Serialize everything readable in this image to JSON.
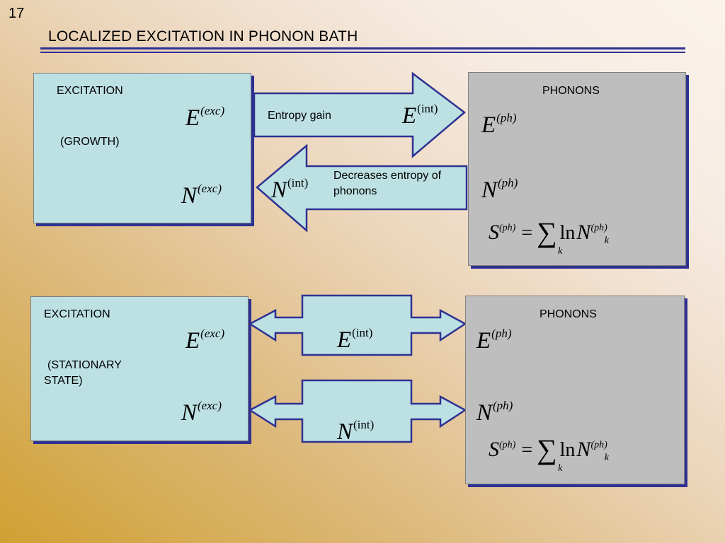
{
  "slide": {
    "number": "17",
    "title": "LOCALIZED EXCITATION IN PHONON BATH"
  },
  "colors": {
    "excitation_fill": "#bde0e3",
    "phonon_fill": "#bebebe",
    "accent_blue": "#2e3192"
  },
  "top": {
    "excitation": {
      "heading": "EXCITATION",
      "state": "(GROWTH)",
      "energy_sup": "(exc)",
      "number_sup": "(exc)"
    },
    "arrow_right": {
      "label": "Entropy gain",
      "var_sup": "(int)"
    },
    "arrow_left": {
      "label": "Decreases entropy of phonons",
      "var_sup": "(int)"
    },
    "phonons": {
      "heading": "PHONONS",
      "energy_sup": "(ph)",
      "number_sup": "(ph)"
    }
  },
  "bottom": {
    "excitation": {
      "heading": "EXCITATION",
      "state": "(STATIONARY STATE)",
      "energy_sup": "(exc)",
      "number_sup": "(exc)"
    },
    "energy_exchange": {
      "var_sup": "(int)"
    },
    "number_exchange": {
      "var_sup": "(int)"
    },
    "phonons": {
      "heading": "PHONONS",
      "energy_sup": "(ph)",
      "number_sup": "(ph)"
    }
  },
  "symbols": {
    "energy": "E",
    "number": "N",
    "entropy": "S",
    "equals": "=",
    "sum": "∑",
    "log": "ln",
    "index": "k",
    "phonon_sup": "(ph)"
  }
}
